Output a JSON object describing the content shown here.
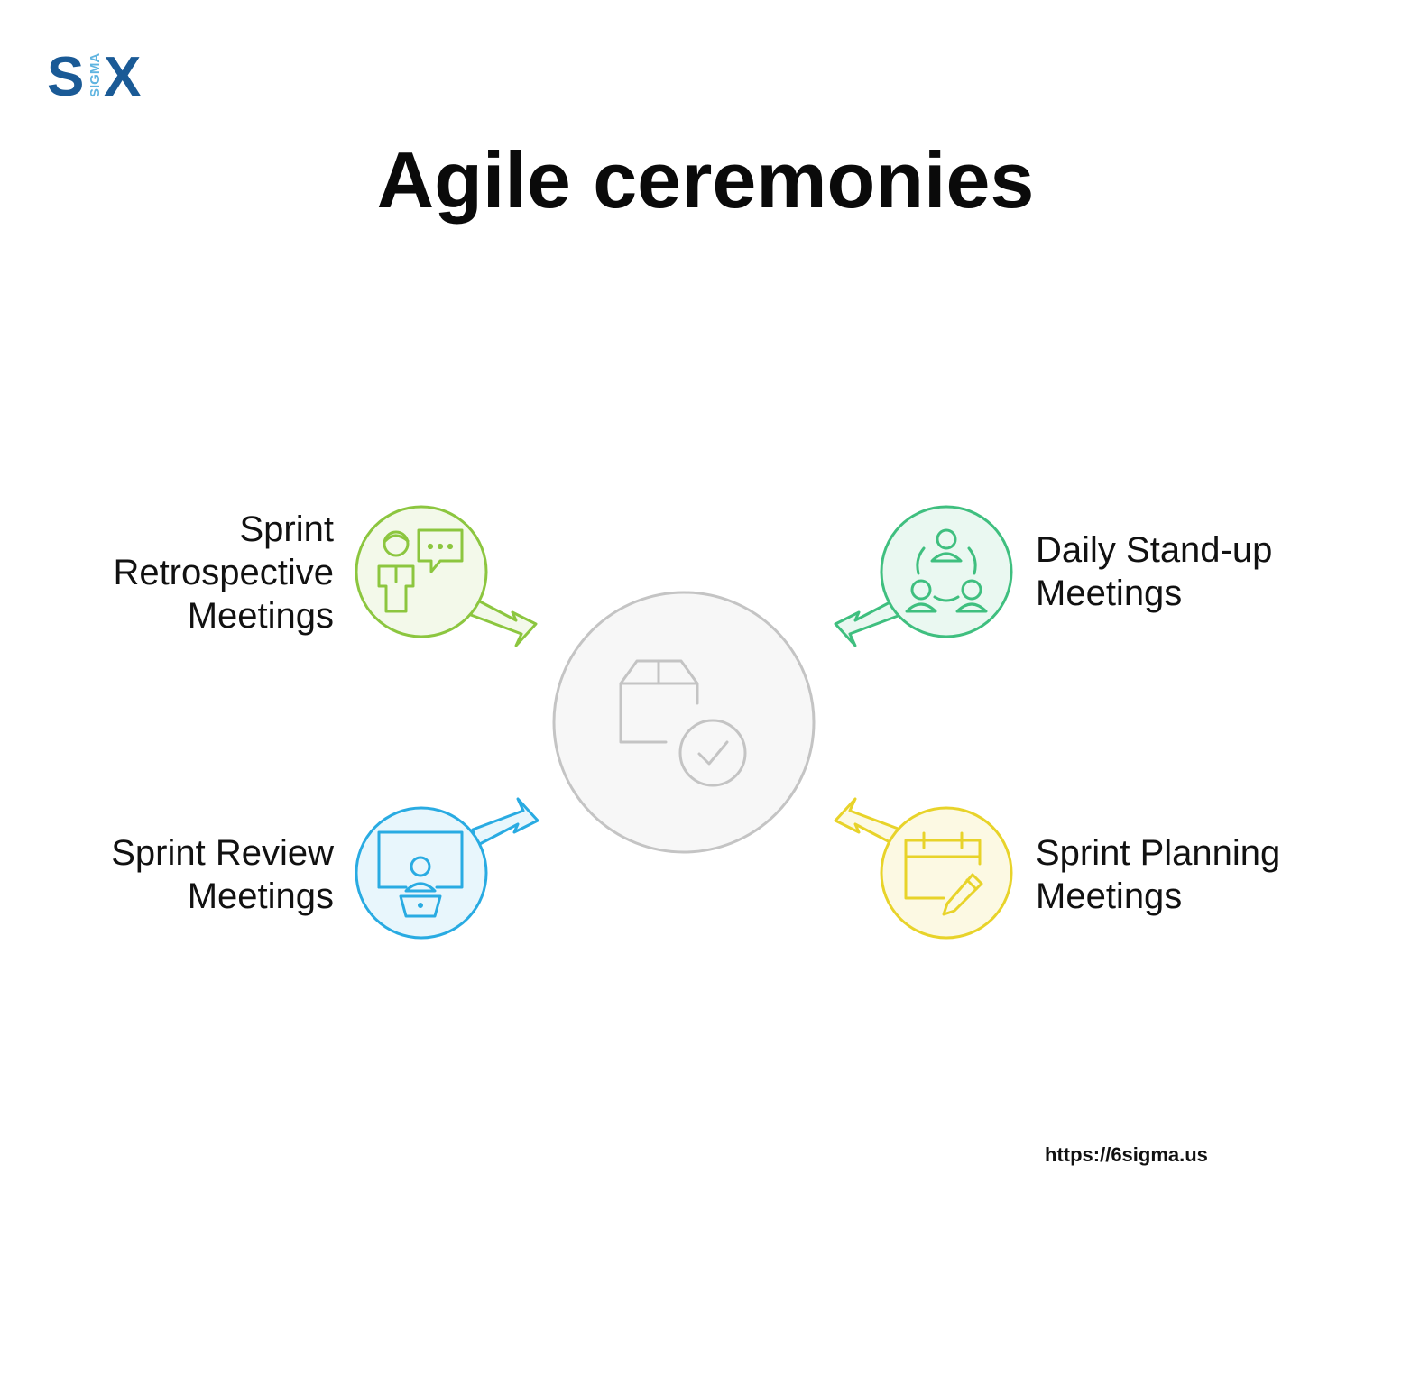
{
  "brand": {
    "logo_letter_s": "S",
    "logo_letter_x": "X",
    "logo_vertical_text": "SIGMA",
    "primary_color": "#1a5a96",
    "secondary_color": "#5fb4e0"
  },
  "title": "Agile ceremonies",
  "center": {
    "icon": "box-check-icon",
    "color": "#c4c4c4"
  },
  "ceremonies": {
    "retrospective": {
      "lines": [
        "Sprint",
        "Retrospective",
        "Meetings"
      ],
      "icon": "presenter-speech-bubble-icon",
      "color": "#8cc63f"
    },
    "standup": {
      "lines": [
        "Daily Stand-up",
        "Meetings"
      ],
      "icon": "team-group-icon",
      "color": "#3fbf7f"
    },
    "review": {
      "lines": [
        "Sprint Review",
        "Meetings"
      ],
      "icon": "presentation-podium-icon",
      "color": "#29abe2"
    },
    "planning": {
      "lines": [
        "Sprint Planning",
        "Meetings"
      ],
      "icon": "calendar-edit-icon",
      "color": "#e8d32a"
    }
  },
  "footer": {
    "url": "https://6sigma.us"
  }
}
